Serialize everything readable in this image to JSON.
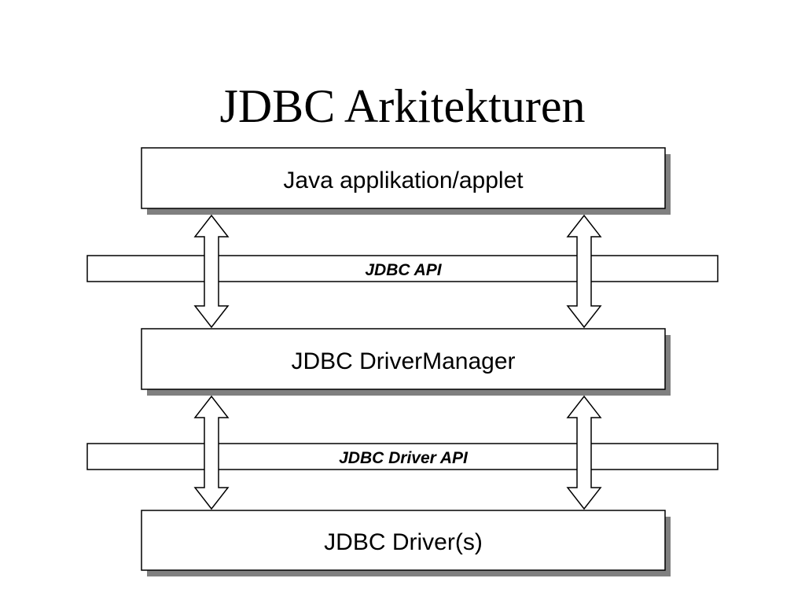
{
  "slide": {
    "title": "JDBC Arkitekturen"
  },
  "boxes": {
    "app": "Java applikation/applet",
    "driver_manager": "JDBC DriverManager",
    "drivers": "JDBC Driver(s)"
  },
  "bands": {
    "api": "JDBC API",
    "driver_api": "JDBC Driver API"
  },
  "colors": {
    "stroke": "#000000",
    "fill": "#ffffff",
    "shadow": "#808080"
  }
}
